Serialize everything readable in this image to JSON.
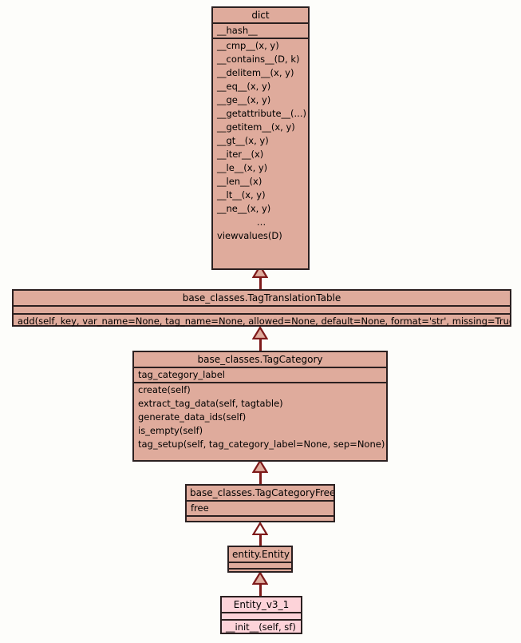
{
  "diagram": {
    "type": "uml-class-diagram",
    "background_color": "#fdfdfa",
    "box_fill_color": "#dfab9c",
    "box_fill_color_highlight": "#fdd3d9",
    "border_color": "#2b2020",
    "connector_color": "#7e1a1a",
    "relationship": "generalization"
  },
  "classes": {
    "dict": {
      "name": "dict",
      "attributes": [
        "__hash__"
      ],
      "methods": [
        "__cmp__(x, y)",
        "__contains__(D, k)",
        "__delitem__(x, y)",
        "__eq__(x, y)",
        "__ge__(x, y)",
        "__getattribute__(...)",
        "__getitem__(x, y)",
        "__gt__(x, y)",
        "__iter__(x)",
        "__le__(x, y)",
        "__len__(x)",
        "__lt__(x, y)",
        "__ne__(x, y)",
        "…",
        "viewvalues(D)"
      ]
    },
    "tag_translation_table": {
      "name": "base_classes.TagTranslationTable",
      "attributes": [],
      "methods": [
        "add(self, key, var_name=None, tag_name=None, allowed=None, default=None, format='str', missing=True)"
      ]
    },
    "tag_category": {
      "name": "base_classes.TagCategory",
      "attributes": [
        "tag_category_label"
      ],
      "methods": [
        "create(self)",
        "extract_tag_data(self, tagtable)",
        "generate_data_ids(self)",
        "is_empty(self)",
        "tag_setup(self, tag_category_label=None, sep=None)"
      ]
    },
    "tag_category_free": {
      "name": "base_classes.TagCategoryFree",
      "attributes": [
        "free"
      ],
      "methods": []
    },
    "entity": {
      "name": "entity.Entity",
      "attributes": [],
      "methods": []
    },
    "entity_v3_1": {
      "name": "Entity_v3_1",
      "attributes": [],
      "methods": [
        "__init__(self, sf)"
      ]
    }
  },
  "edges": [
    {
      "from": "base_classes.TagTranslationTable",
      "to": "dict",
      "kind": "inheritance"
    },
    {
      "from": "base_classes.TagCategory",
      "to": "base_classes.TagTranslationTable",
      "kind": "inheritance"
    },
    {
      "from": "base_classes.TagCategoryFree",
      "to": "base_classes.TagCategory",
      "kind": "inheritance"
    },
    {
      "from": "entity.Entity",
      "to": "base_classes.TagCategoryFree",
      "kind": "inheritance"
    },
    {
      "from": "Entity_v3_1",
      "to": "entity.Entity",
      "kind": "inheritance"
    }
  ]
}
